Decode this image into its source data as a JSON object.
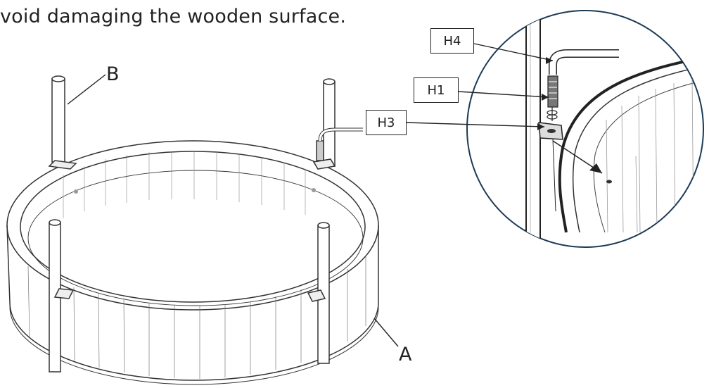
{
  "caption": "void damaging the wooden surface.",
  "part_labels": {
    "a": "A",
    "b": "B"
  },
  "detail_labels": {
    "h4": "H4",
    "h1": "H1",
    "h3": "H3"
  }
}
